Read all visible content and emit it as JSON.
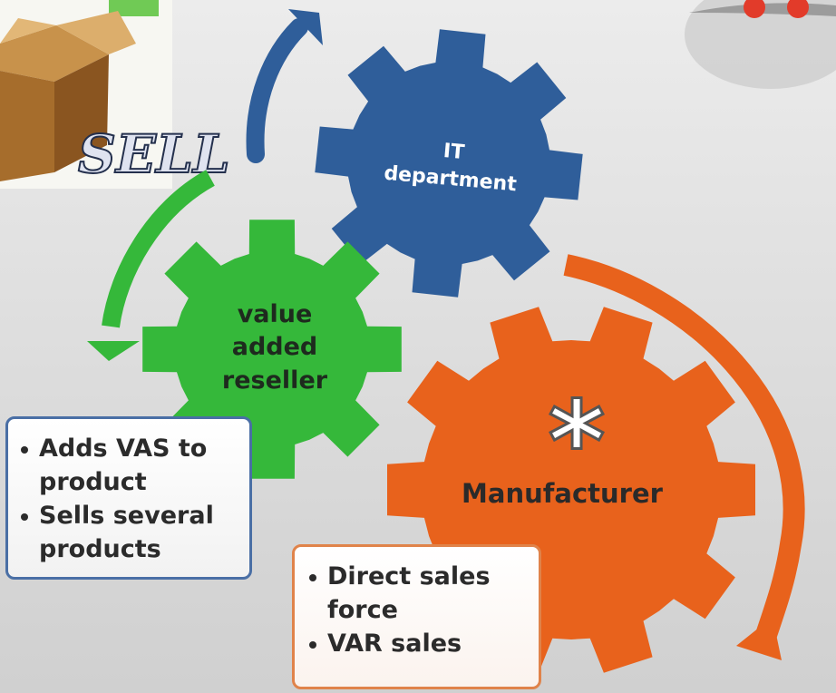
{
  "colors": {
    "it_gear": "#2f5e9a",
    "var_gear": "#35b83a",
    "mfr_gear": "#e8621c",
    "blue_arrow": "#2f5e9a",
    "green_arrow": "#35b83a",
    "orange_arrow": "#e8621c"
  },
  "gears": {
    "it": {
      "line1": "IT",
      "line2": "department"
    },
    "var": {
      "line1": "value",
      "line2": "added",
      "line3": "reseller"
    },
    "mfr": {
      "label": "Manufacturer",
      "marker": "*"
    }
  },
  "clipart": {
    "sell_text": "SELL"
  },
  "notes": {
    "var": {
      "items": [
        "Adds VAS to product",
        "Sells several products"
      ]
    },
    "mfr": {
      "items": [
        "Direct sales force",
        "VAR sales"
      ]
    }
  },
  "icons": [
    "box-sell-clipart",
    "figure-clipart",
    "asterisk-icon"
  ]
}
